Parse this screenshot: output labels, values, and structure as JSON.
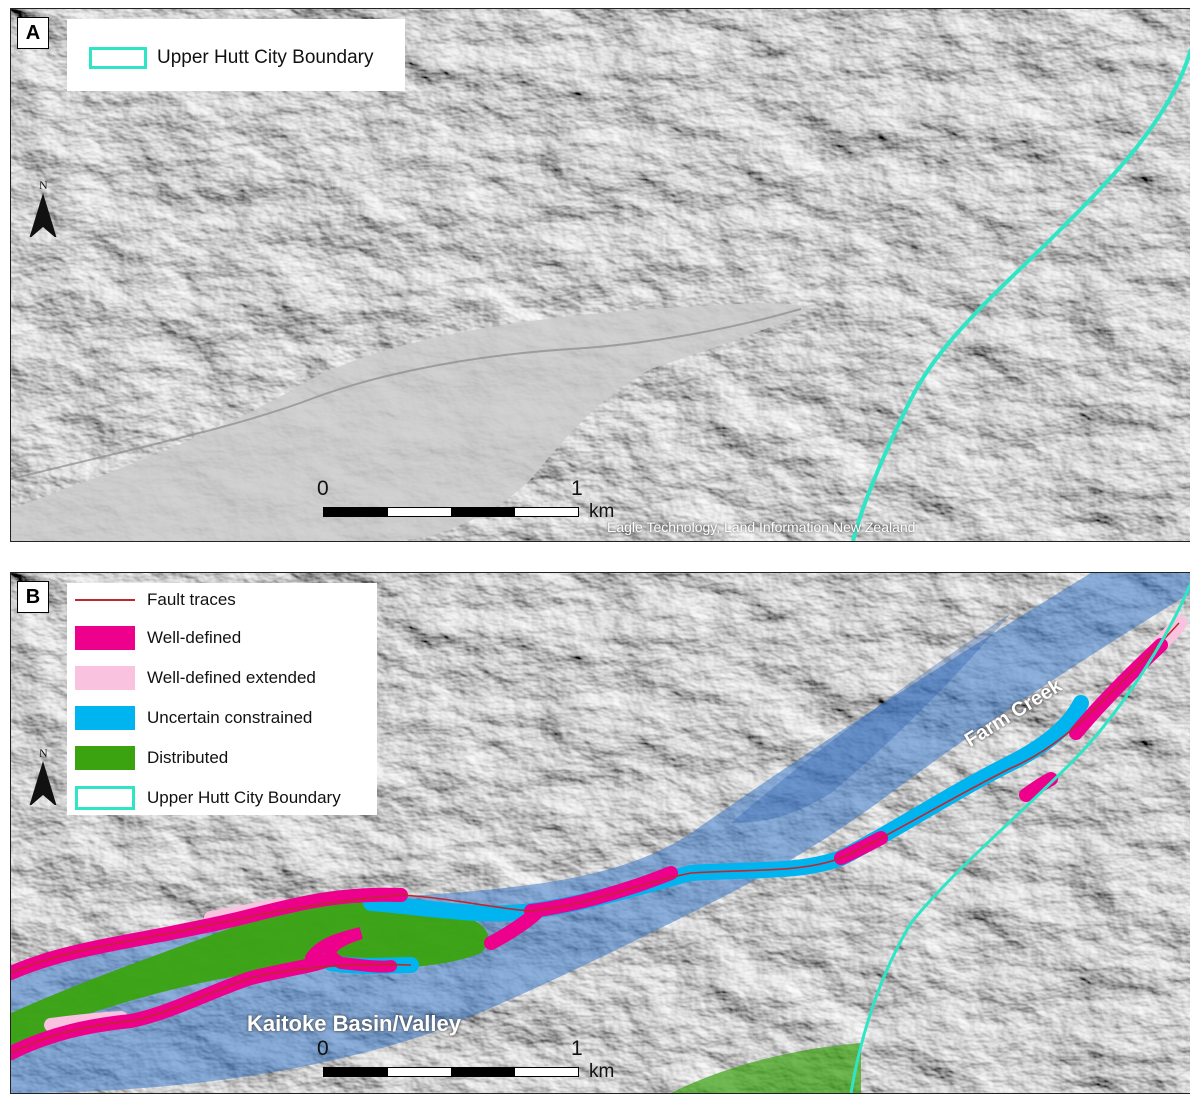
{
  "panel_a": {
    "letter": "A",
    "legend": {
      "boundary_label": "Upper Hutt City Boundary"
    },
    "north_label": "N",
    "scale": {
      "start": "0",
      "end": "1",
      "unit": "km"
    },
    "credit": "Eagle Technology, Land Information New Zealand"
  },
  "panel_b": {
    "letter": "B",
    "legend": [
      {
        "label": "Fault traces",
        "symbol": "line",
        "color": "#c0272d"
      },
      {
        "label": "Well-defined",
        "symbol": "fill",
        "color": "#ec008c"
      },
      {
        "label": "Well-defined extended",
        "symbol": "fill",
        "color": "#f9c3e0"
      },
      {
        "label": "Uncertain constrained",
        "symbol": "fill",
        "color": "#00b4f0"
      },
      {
        "label": "Distributed",
        "symbol": "fill",
        "color": "#3aa30f"
      },
      {
        "label": "Upper Hutt City Boundary",
        "symbol": "outline",
        "color": "#2ee6c6"
      }
    ],
    "north_label": "N",
    "scale": {
      "start": "0",
      "end": "1",
      "unit": "km"
    },
    "labels": {
      "farm_creek": "Farm Creek",
      "kaitoke": "Kaitoke Basin/Valley"
    }
  },
  "colors": {
    "hillshade_light": "#e6e6e6",
    "hillshade_dark": "#555555",
    "valley_floor": "#c9c9c9",
    "basin_overlay": "#3a78c8",
    "boundary": "#2ee6c6"
  }
}
